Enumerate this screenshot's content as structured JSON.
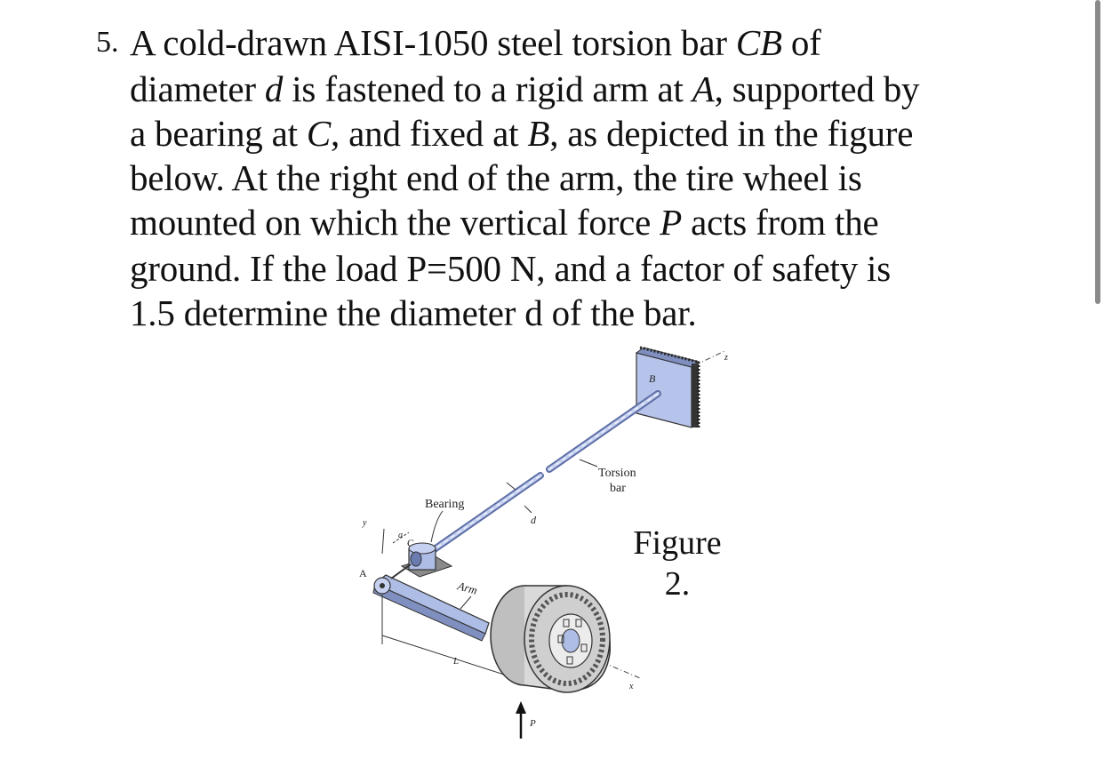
{
  "problem": {
    "number": "5.",
    "lines": [
      [
        "A cold-drawn AISI-1050 steel torsion bar ",
        {
          "i": "CB"
        },
        " of"
      ],
      [
        "diameter ",
        {
          "i": "d"
        },
        " is fastened to a rigid arm at ",
        {
          "i": "A"
        },
        ", supported by"
      ],
      [
        "a bearing at ",
        {
          "i": "C"
        },
        ", and fixed at ",
        {
          "i": "B"
        },
        ", as depicted in the figure"
      ],
      [
        "below. At the right end of the arm, the tire wheel is"
      ],
      [
        "mounted on which the vertical force ",
        {
          "i": "P"
        },
        " acts from the"
      ],
      [
        "ground. If the load P=500 N, and a factor of safety is"
      ],
      [
        "1.5 determine the diameter d of the bar."
      ]
    ]
  },
  "figure": {
    "labels": {
      "B": "B",
      "z": "z",
      "torsion_1": "Torsion",
      "torsion_2": "bar",
      "bearing": "Bearing",
      "d": "d",
      "y": "y",
      "a": "a",
      "C": "C",
      "A": "A",
      "arm": "Arm",
      "L": "L",
      "x": "x",
      "P": "P"
    },
    "caption_1": "Figure",
    "caption_2": "2.",
    "colors": {
      "steel": "#aebde6",
      "steel_dark": "#5e6fa6",
      "tire": "#c9c9c9",
      "tread": "#555555"
    }
  }
}
